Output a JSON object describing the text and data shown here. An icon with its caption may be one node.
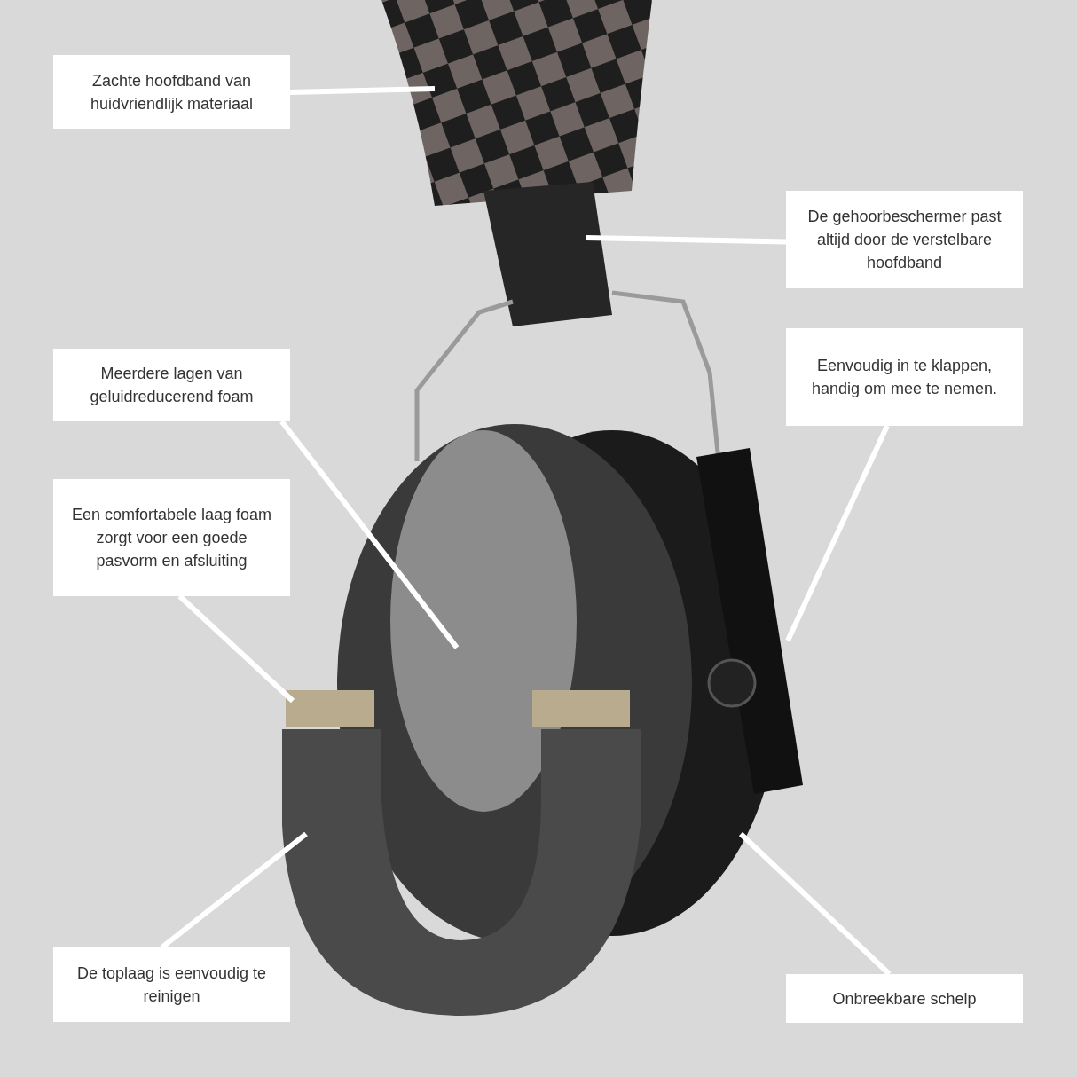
{
  "diagram": {
    "nodes": [
      {
        "text": [
          "Zachte hoofdband van huidvriendlijk materiaal"
        ]
      },
      {
        "text": [
          "De gehoorbeschermer past altijd door de verstelbare hoofdband"
        ]
      },
      {
        "text": [
          "Meerdere lagen van geluidreducerend foam"
        ]
      },
      {
        "text": [
          "Eenvoudig in te klappen, handig om mee te nemen."
        ]
      },
      {
        "text": [
          "Een comfortabele laag foam zorgt voor een goede pasvorm en afsluiting"
        ]
      },
      {
        "text": [
          "De toplaag is eenvoudig te reinigen"
        ]
      },
      {
        "text": [
          "Onbreekbare schelp"
        ]
      }
    ],
    "edges": [
      {
        "from": 0,
        "to": null,
        "arrow": "none"
      },
      {
        "from": 1,
        "to": null,
        "arrow": "none"
      },
      {
        "from": 2,
        "to": null,
        "arrow": "none"
      },
      {
        "from": 3,
        "to": null,
        "arrow": "none"
      },
      {
        "from": 4,
        "to": null,
        "arrow": "none"
      },
      {
        "from": 5,
        "to": null,
        "arrow": "none"
      },
      {
        "from": 6,
        "to": null,
        "arrow": "none"
      }
    ]
  }
}
